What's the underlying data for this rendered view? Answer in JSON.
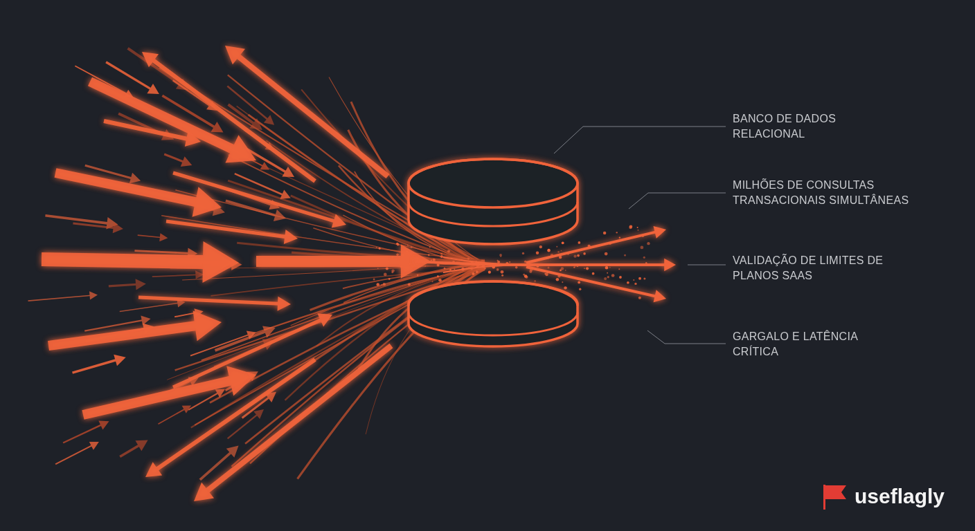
{
  "diagram": {
    "labels": [
      "BANCO DE DADOS RELACIONAL",
      "MILHÕES DE CONSULTAS TRANSACIONAIS SIMULTÂNEAS",
      "VALIDAÇÃO DE LIMITES DE PLANOS SAAS",
      "GARGALO E LATÊNCIA CRÍTICA",
      "useflagly"
    ]
  }
}
